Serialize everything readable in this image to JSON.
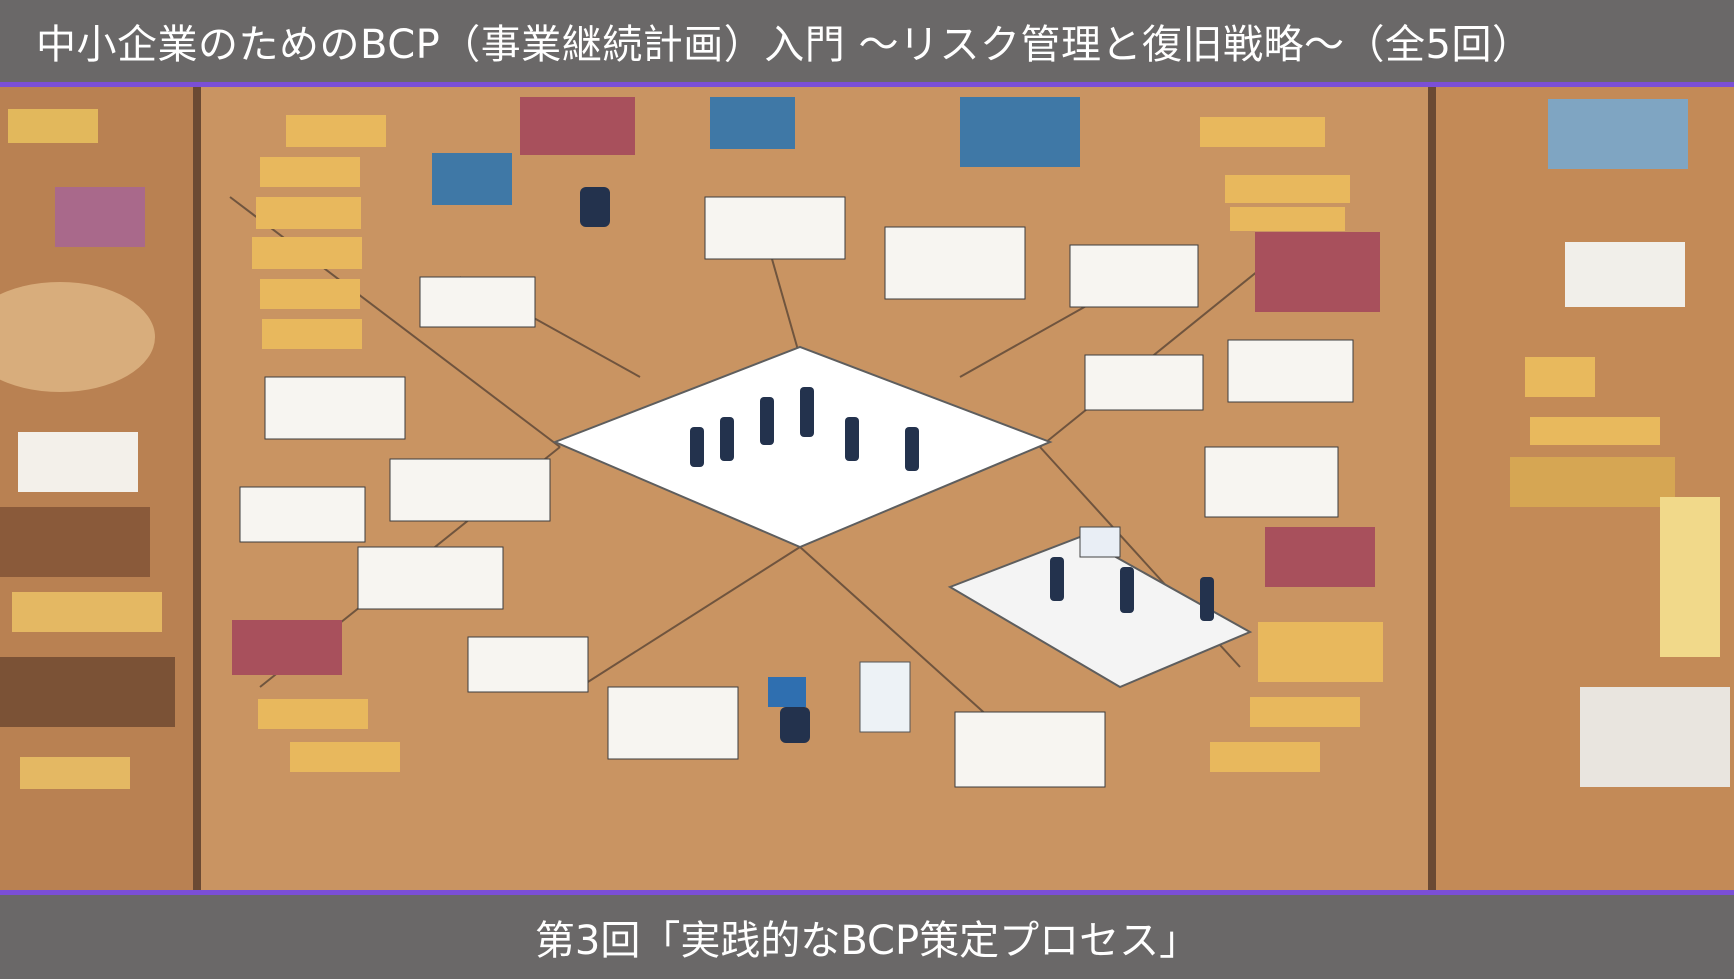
{
  "header": {
    "title": "中小企業のためのBCP（事業継続計画）入門 ～リスク管理と復旧戦略～（全5回）"
  },
  "footer": {
    "subtitle": "第3回「実践的なBCP策定プロセス」"
  },
  "colors": {
    "bar_background": "#6a6868",
    "bar_accent": "#7b4fd6",
    "board_background": "#c8915f",
    "bar_text": "#ffffff"
  },
  "illustration": {
    "description_icon": "business-process-board-illustration"
  }
}
